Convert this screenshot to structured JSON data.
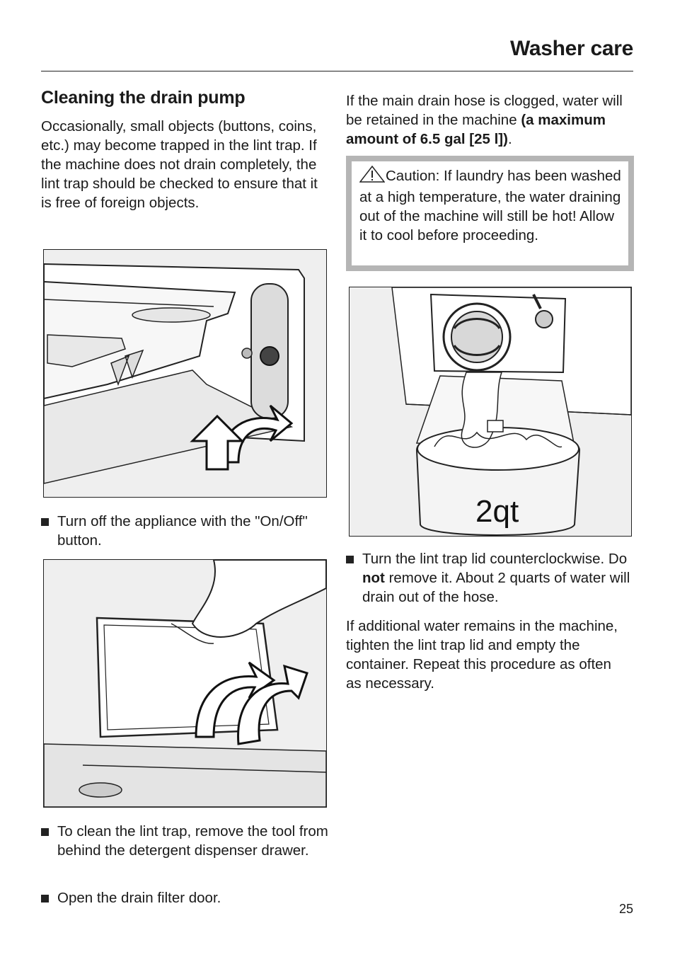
{
  "header": {
    "title": "Washer care"
  },
  "left": {
    "section_title": "Cleaning the drain pump",
    "intro": "Occasionally, small objects (buttons, coins, etc.) may become trapped in the lint trap. If the machine does not drain completely, the lint trap should be checked to ensure that it is free of foreign objects.",
    "bullet_1": "Turn off the appliance with the \"On/Off\" button.",
    "bullet_2": "To clean the lint trap, remove the tool from behind the detergent dispenser drawer.",
    "bullet_3": "Open the drain filter door."
  },
  "right": {
    "intro_a": "If the main drain hose is clogged, water will be retained in the machine ",
    "intro_bold": "(a maximum amount of  6.5 gal [25 l])",
    "intro_c": ".",
    "caution": "Caution: If laundry has been washed at a high temperature, the water draining out of the machine will still be hot! Allow it to cool before proceeding.",
    "bullet_a": "Turn the lint trap lid counterclockwise. Do ",
    "bullet_bold": "not",
    "bullet_c": " remove it. About 2 quarts of water will drain out of the hose.",
    "outro": "If additional water remains in the machine, tighten the lint trap lid and empty the container.  Repeat this procedure as often as necessary.",
    "figure_label": "2qt"
  },
  "footer": {
    "page_number": "25"
  }
}
